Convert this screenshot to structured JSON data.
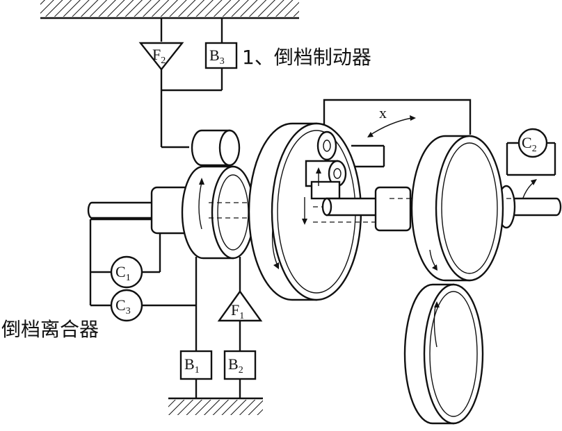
{
  "labels": {
    "reverse_brake": "1、倒档制动器",
    "reverse_clutch": "倒档离合器",
    "x_mark": "x",
    "F2": {
      "main": "F",
      "sub": "2"
    },
    "B3": {
      "main": "B",
      "sub": "3"
    },
    "C1": {
      "main": "C",
      "sub": "1"
    },
    "C2": {
      "main": "C",
      "sub": "2"
    },
    "C3": {
      "main": "C",
      "sub": "3"
    },
    "F1": {
      "main": "F",
      "sub": "1"
    },
    "B1": {
      "main": "B",
      "sub": "1"
    },
    "B2": {
      "main": "B",
      "sub": "2"
    }
  }
}
